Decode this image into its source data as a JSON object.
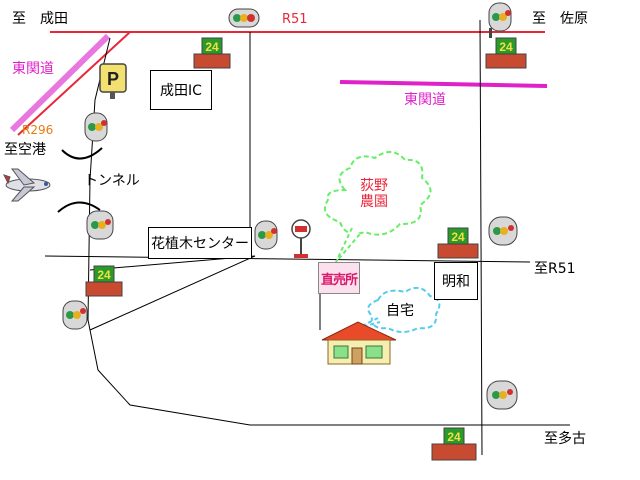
{
  "labels": {
    "to_narita": "至　成田",
    "to_sawara": "至　佐原",
    "r51_top": "R51",
    "higashi_kando_left": "東関道",
    "higashi_kando_right": "東関道",
    "r296": "R296",
    "to_airport": "至空港",
    "tunnel": "トンネル",
    "narita_ic": "成田IC",
    "hanaueki_center": "花植木センター",
    "meiwa": "明和",
    "to_r51": "至R51",
    "to_tako": "至多古",
    "hagino_farm": "荻野\n農園",
    "home": "自宅",
    "chokubaijo": "直売所",
    "convenience_24": "24"
  },
  "colors": {
    "r51_road": "#e8283a",
    "higashi_kando": "#e020c8",
    "r296_text": "#e87a10",
    "bubble_green": "#66ee66",
    "bubble_cyan": "#55ccee",
    "shop_sign": "#d81a6a"
  },
  "icons": {
    "traffic_signal": "traffic-light-icon",
    "convenience_store": "convenience-store-24-icon",
    "parking": "parking-sign-icon",
    "airplane": "airplane-icon",
    "bus_stop": "bus-stop-icon",
    "house": "house-icon"
  }
}
